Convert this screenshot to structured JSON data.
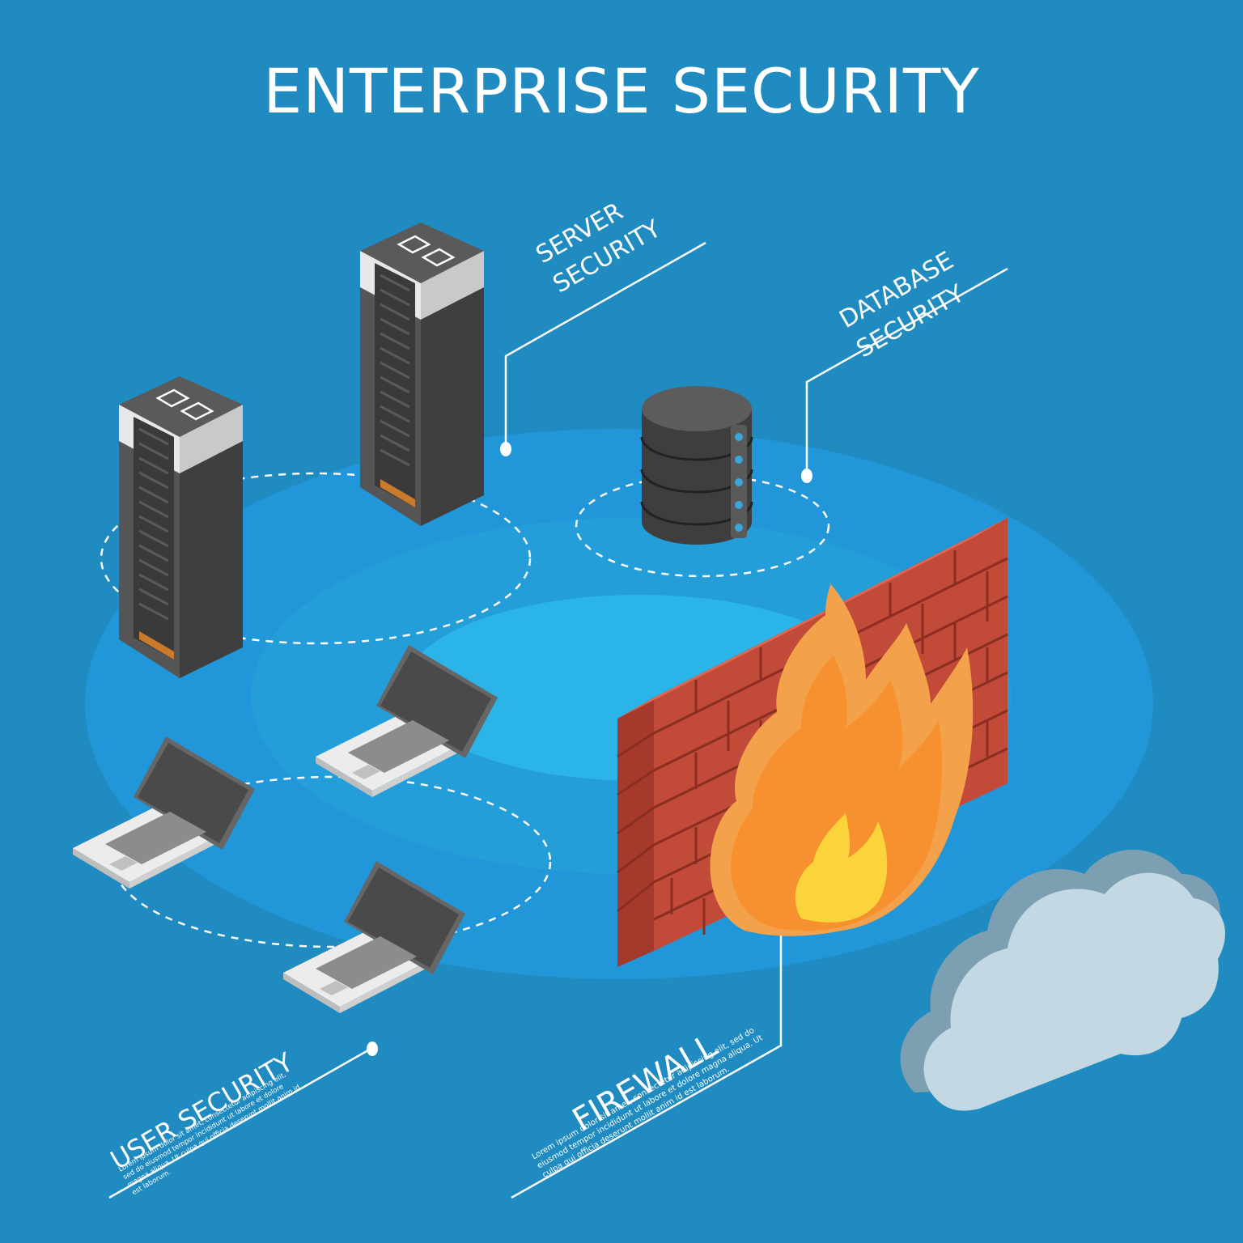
{
  "title": "ENTERPRISE SECURITY",
  "labels": {
    "server": [
      "SERVER",
      "SECURITY"
    ],
    "database": [
      "DATABASE",
      "SECURITY"
    ],
    "user": "USER SECURITY",
    "firewall": "FIREWALL"
  },
  "lorem": {
    "user": "Lorem ipsum dolor sit amet, consectetur adipiscing elit, sed do eiusmod tempor incididunt ut labore et dolore magna aliqua. Ut culpa qui officia deserunt mollit anim id est laborum.",
    "firewall": "Lorem ipsum dolor sit amet, consectetur adipiscing elit, sed do eiusmod tempor incididunt ut labore et dolore magna aliqua. Ut culpa qui officia deserunt mollit anim id est laborum."
  },
  "colors": {
    "background": "#1f8bc0",
    "platform_outer": "#2196d8",
    "platform_mid": "#249ed9",
    "platform_inner": "#2ab4e8",
    "brick": "#c24a38",
    "brick_top": "#e0664f",
    "flame_outer": "#f5a04a",
    "flame_inner": "#fbd33a",
    "cloud": "#c4d8e4",
    "server_dark": "#4a4a4a"
  }
}
